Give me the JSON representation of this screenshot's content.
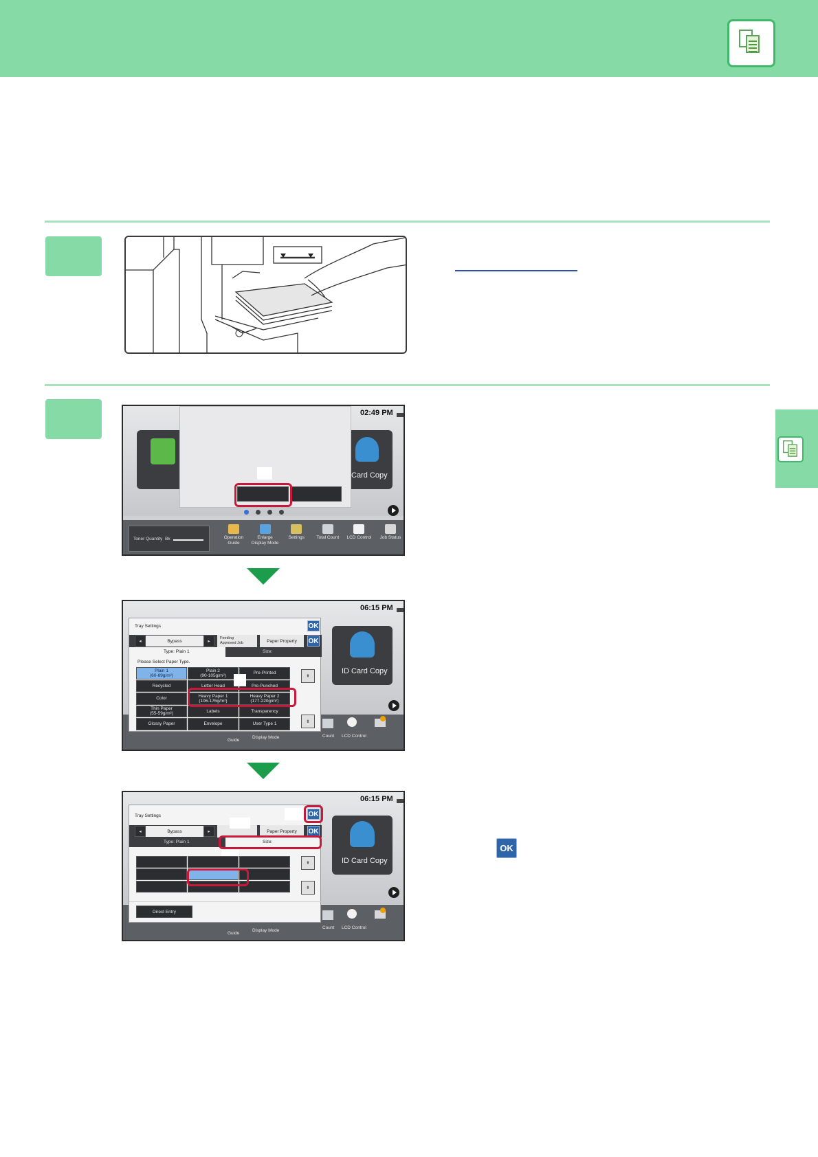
{
  "banner": {
    "icon": "copy-document-icon",
    "color": "#85daa5"
  },
  "side_tab": {
    "icon": "copy-document-icon"
  },
  "steps": [
    {
      "id": 1
    },
    {
      "id": 2
    }
  ],
  "screen1": {
    "clock": "02:49 PM",
    "tile_right_label": "Card Copy",
    "toner_label": "Toner Quantity",
    "toner_color": "Bk",
    "dock": [
      {
        "label": "Operation\nGuide",
        "icon": "book-icon"
      },
      {
        "label": "Enlarge\nDisplay Mode",
        "icon": "enlarge-text-icon"
      },
      {
        "label": "Settings",
        "icon": "wrench-icon"
      },
      {
        "label": "Total Count",
        "icon": "counter-icon"
      },
      {
        "label": "LCD Control",
        "icon": "brightness-icon"
      },
      {
        "label": "Job Status",
        "icon": "job-status-icon"
      }
    ]
  },
  "screen2": {
    "clock": "06:15 PM",
    "title": "Tray Settings",
    "ok": "OK",
    "tray": "Bypass",
    "feeding": "Feeding\nApproved Job",
    "paper_property": "Paper Property",
    "type_label": "Type:  Plain 1",
    "size_label": "Size:",
    "prompt": "Please Select Paper Type.",
    "id_card": "ID Card Copy",
    "paper_types": [
      [
        "Plain 1\n(60-89g/m²)",
        "Plain 2\n(90-105g/m²)",
        "Pre-Printed"
      ],
      [
        "Recycled",
        "Letter Head",
        "Pre-Punched"
      ],
      [
        "Color",
        "Heavy Paper 1\n(106-176g/m²)",
        "Heavy Paper 2\n(177-220g/m²)"
      ],
      [
        "Thin Paper\n(55-59g/m²)",
        "Labels",
        "Transparency"
      ],
      [
        "Glossy Paper",
        "Envelope",
        "User Type 1"
      ]
    ],
    "dock_labels": [
      "Guide",
      "Display Mode",
      "Count",
      "LCD Control"
    ]
  },
  "screen3": {
    "clock": "06:15 PM",
    "title": "Tray Settings",
    "ok": "OK",
    "tray": "Bypass",
    "paper_property": "Paper Property",
    "type_label": "Type:  Plain 1",
    "size_label": "Size:",
    "id_card": "ID Card Copy",
    "direct_entry": "Direct Entry",
    "dock_labels": [
      "Guide",
      "Display Mode",
      "Count",
      "LCD Control"
    ]
  },
  "inline_ok": "OK"
}
